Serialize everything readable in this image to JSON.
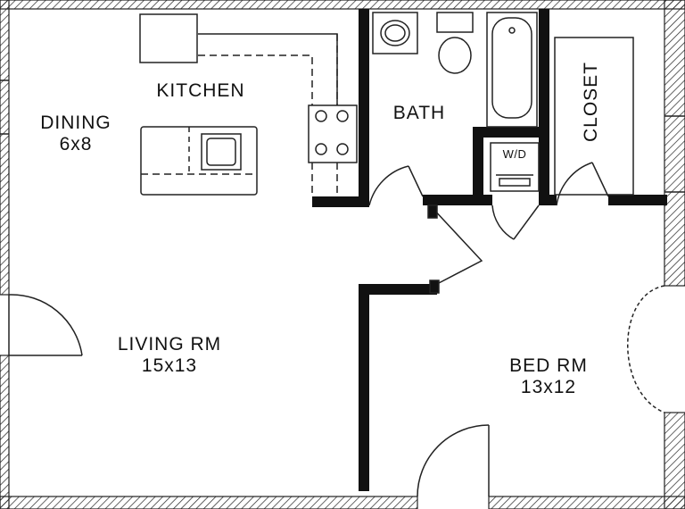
{
  "rooms": {
    "kitchen": {
      "name": "KITCHEN"
    },
    "dining": {
      "name": "DINING",
      "size": "6x8"
    },
    "bath": {
      "name": "BATH"
    },
    "closet": {
      "name": "CLOSET"
    },
    "washer_dryer": {
      "name": "W/D"
    },
    "living": {
      "name": "LIVING RM",
      "size": "15x13"
    },
    "bedroom": {
      "name": "BED RM",
      "size": "13x12"
    }
  },
  "colors": {
    "wall": "#111111",
    "line": "#222222",
    "paper": "#ffffff"
  }
}
